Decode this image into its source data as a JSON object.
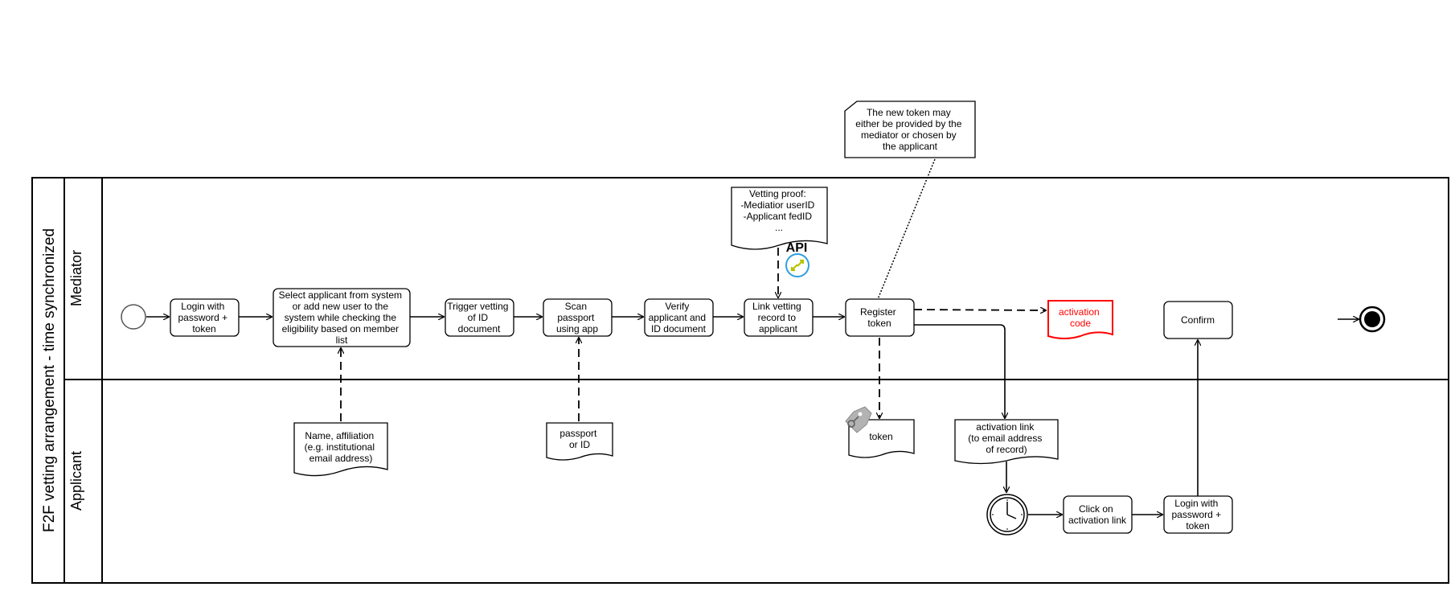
{
  "pool": {
    "title": "F2F vetting arrangement  - time synchronized",
    "lanes": [
      "Mediator",
      "Applicant"
    ]
  },
  "tasks": {
    "login1": [
      "Login with",
      "password +",
      "token"
    ],
    "select": [
      "Select applicant from system",
      "or add new user to the",
      "system while checking the",
      "eligibility based on member",
      "list"
    ],
    "trigger": [
      "Trigger vetting",
      "of  ID",
      "document"
    ],
    "scan": [
      "Scan",
      "passport",
      "using app"
    ],
    "verify": [
      "Verify",
      "applicant and",
      "ID document"
    ],
    "link": [
      "Link vetting",
      "record to",
      "applicant"
    ],
    "register": [
      "Register",
      "token"
    ],
    "confirm": [
      "Confirm"
    ],
    "click": [
      "Click on",
      "activation link"
    ],
    "login2": [
      "Login with",
      "password +",
      "token"
    ]
  },
  "documents": {
    "name_affil": [
      "Name, affiliation",
      "(e.g. institutional",
      "email address)"
    ],
    "passport": [
      "passport",
      "or ID"
    ],
    "vetting_proof": [
      "Vetting proof:",
      "-Mediatior userID",
      "-Applicant fedID",
      "..."
    ],
    "token": [
      "token"
    ],
    "activation_link": [
      "activation link",
      "(to email address",
      "of record)"
    ],
    "activation_code": [
      "activation",
      "code"
    ]
  },
  "annotation": [
    "The new token may",
    "either be provided by the",
    "mediator or chosen by",
    "the applicant"
  ],
  "api_label": "API",
  "colors": {
    "activation_code": "#ff0000",
    "api_icon": "#2f9fe0",
    "api_arrows": "#b5c400"
  }
}
